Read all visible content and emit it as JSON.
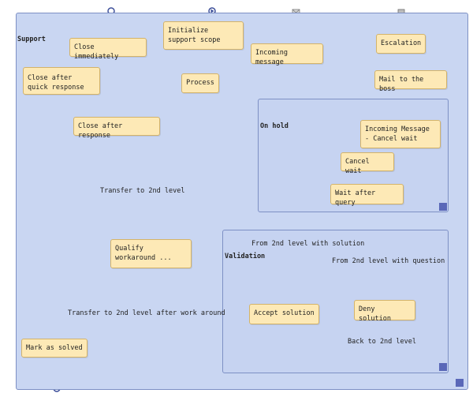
{
  "pool": {
    "title": "Support"
  },
  "subprocesses": {
    "on_hold": "On hold",
    "validation": "Validation"
  },
  "tasks": {
    "close_immediately": "Close immediately",
    "init_scope": "Initialize support scope",
    "incoming_message": "Incoming message",
    "escalation": "Escalation",
    "mail_boss": "Mail to the boss",
    "close_quick": "Close after quick response",
    "process": "Process",
    "close_response": "Close after response",
    "incoming_cancel": "Incoming Message - Cancel wait",
    "cancel_wait": "Cancel wait",
    "wait_query": "Wait after query",
    "qualify": "Qualify workaround ...",
    "accept": "Accept solution",
    "deny": "Deny solution",
    "mark_solved": "Mark as solved"
  },
  "labels": {
    "transfer_2nd": "Transfer to 2nd level",
    "from_2nd_solution": "From 2nd level with solution",
    "from_2nd_question": "From 2nd level with question",
    "transfer_after_workaround": "Transfer to 2nd level after work around",
    "back_2nd": "Back to 2nd level"
  },
  "colors": {
    "pool": "#c9d6f2",
    "task": "#fde9b6",
    "edge": "#8f98ae",
    "error": "#e0252b",
    "callout": "#3f3f3f"
  }
}
